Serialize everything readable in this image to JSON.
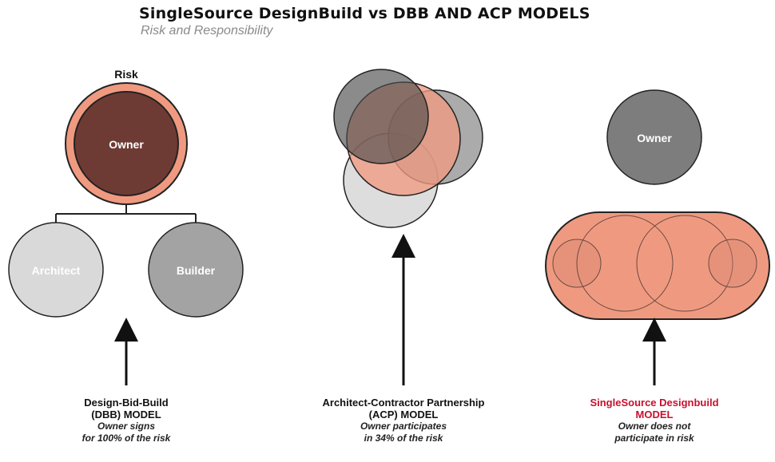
{
  "header": {
    "title": "SingleSource DesignBuild vs DBB AND ACP MODELS",
    "subtitle": "Risk and Responsibility"
  },
  "dbb": {
    "risk_label": "Risk",
    "owner_label": "Owner",
    "architect_label": "Architect",
    "builder_label": "Builder",
    "caption_line1": "Design-Bid-Build",
    "caption_line2": "(DBB) MODEL",
    "caption_line3": "Owner signs",
    "caption_line4": "for 100% of the risk"
  },
  "acp": {
    "caption_line1": "Architect-Contractor Partnership",
    "caption_line2": "(ACP) MODEL",
    "caption_line3": "Owner participates",
    "caption_line4": "in 34% of the risk"
  },
  "ss": {
    "owner_label": "Owner",
    "caption_line1": "SingleSource Designbuild",
    "caption_line2": "MODEL",
    "caption_line3": "Owner does not",
    "caption_line4": "participate in risk"
  },
  "colors": {
    "risk_salmon": "#ef9a80",
    "owner_dark": "#6e3b34",
    "dark_gray": "#7d7d7d",
    "mid_gray": "#a3a3a3",
    "light_gray": "#d9d9d9",
    "brand_red": "#c8102e"
  }
}
